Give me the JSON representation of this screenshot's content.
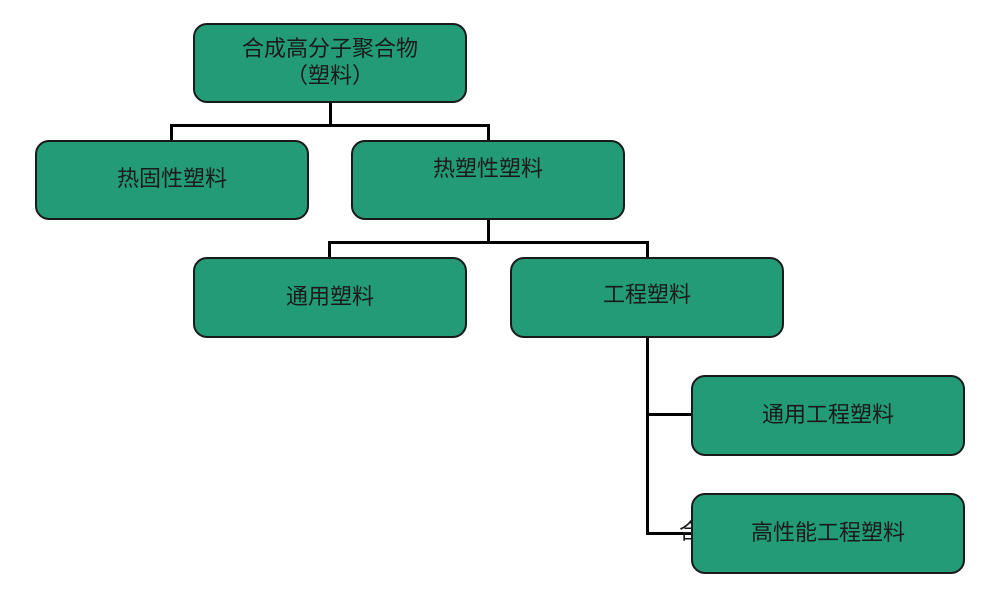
{
  "diagram": {
    "root": {
      "line1": "合成高分子聚合物",
      "line2": "（塑料）"
    },
    "level1": [
      {
        "label": "热固性塑料"
      },
      {
        "label": "热塑性塑料"
      }
    ],
    "level2": [
      {
        "label": "通用塑料"
      },
      {
        "label": "工程塑料"
      }
    ],
    "level3": [
      {
        "label": "通用工程塑料"
      },
      {
        "label": "高性能工程塑料"
      }
    ],
    "occluded_text": {
      "left": "合",
      "right": ")"
    }
  },
  "colors": {
    "node_fill": "#229b76",
    "border": "#1a1a1a",
    "connector": "#000000"
  }
}
